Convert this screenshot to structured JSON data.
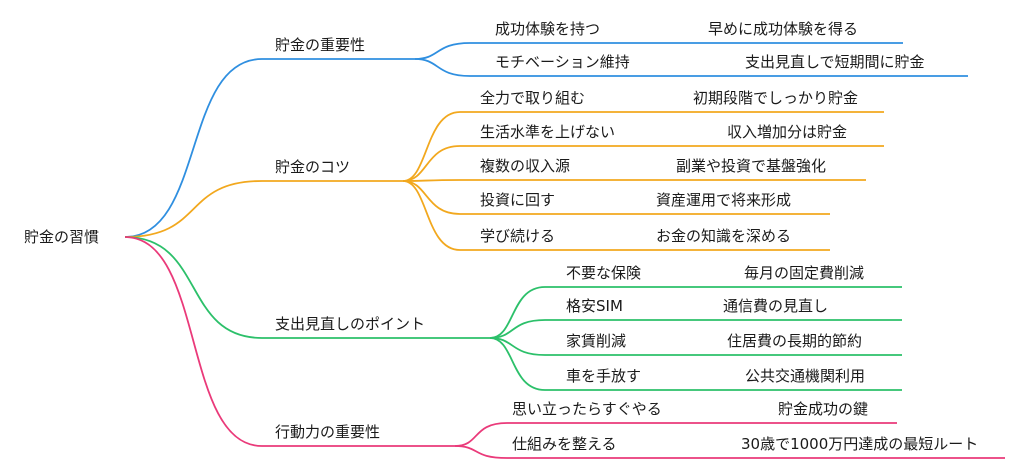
{
  "root": "貯金の習慣",
  "colors": {
    "blue": "#2f8fe0",
    "orange": "#f2a81e",
    "green": "#2cc06a",
    "pink": "#ea3a7a"
  },
  "branches": [
    {
      "label": "貯金の重要性",
      "color": "#2f8fe0",
      "children": [
        {
          "label": "成功体験を持つ",
          "detail": "早めに成功体験を得る"
        },
        {
          "label": "モチベーション維持",
          "detail": "支出見直しで短期間に貯金"
        }
      ]
    },
    {
      "label": "貯金のコツ",
      "color": "#f2a81e",
      "children": [
        {
          "label": "全力で取り組む",
          "detail": "初期段階でしっかり貯金"
        },
        {
          "label": "生活水準を上げない",
          "detail": "収入増加分は貯金"
        },
        {
          "label": "複数の収入源",
          "detail": "副業や投資で基盤強化"
        },
        {
          "label": "投資に回す",
          "detail": "資産運用で将来形成"
        },
        {
          "label": "学び続ける",
          "detail": "お金の知識を深める"
        }
      ]
    },
    {
      "label": "支出見直しのポイント",
      "color": "#2cc06a",
      "children": [
        {
          "label": "不要な保険",
          "detail": "毎月の固定費削減"
        },
        {
          "label": "格安SIM",
          "detail": "通信費の見直し"
        },
        {
          "label": "家賃削減",
          "detail": "住居費の長期的節約"
        },
        {
          "label": "車を手放す",
          "detail": "公共交通機関利用"
        }
      ]
    },
    {
      "label": "行動力の重要性",
      "color": "#ea3a7a",
      "children": [
        {
          "label": "思い立ったらすぐやる",
          "detail": "貯金成功の鍵"
        },
        {
          "label": "仕組みを整える",
          "detail": "30歳で1000万円達成の最短ルート"
        }
      ]
    }
  ]
}
